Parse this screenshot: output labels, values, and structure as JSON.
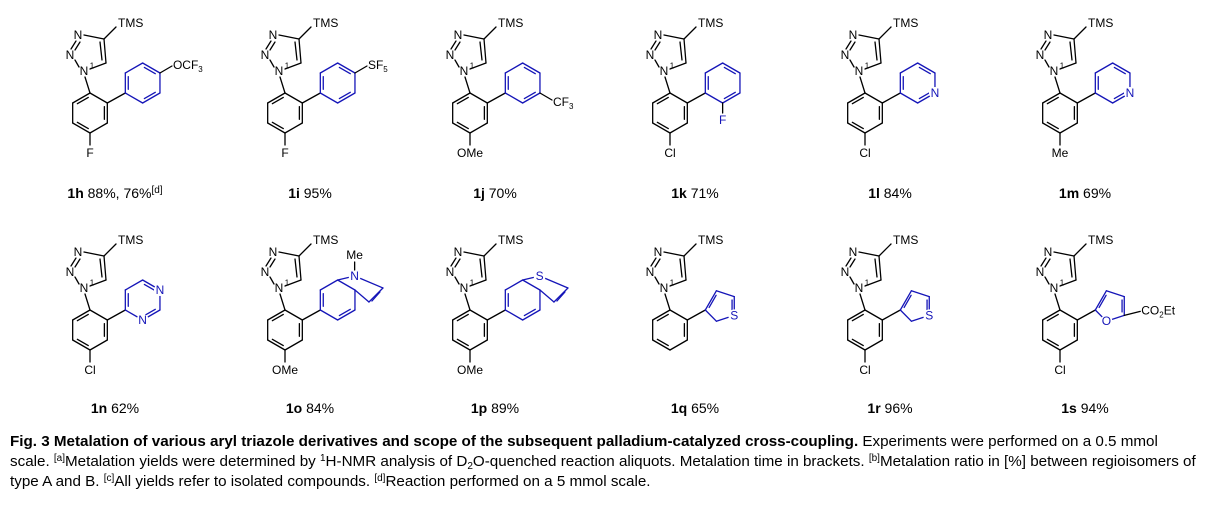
{
  "compounds": [
    {
      "id": "1h",
      "yield": "88%, 76%",
      "note": "[d]",
      "sub_label": "OCF3",
      "para": "F",
      "kind": "phenyl_para"
    },
    {
      "id": "1i",
      "yield": "95%",
      "note": "",
      "sub_label": "SF5",
      "para": "F",
      "kind": "phenyl_para"
    },
    {
      "id": "1j",
      "yield": "70%",
      "note": "",
      "sub_label": "CF3",
      "para": "OMe",
      "kind": "phenyl_meta"
    },
    {
      "id": "1k",
      "yield": "71%",
      "note": "",
      "sub_label": "F",
      "para": "Cl",
      "kind": "phenyl_ortho"
    },
    {
      "id": "1l",
      "yield": "84%",
      "note": "",
      "sub_label": "N",
      "para": "Cl",
      "kind": "pyridyl"
    },
    {
      "id": "1m",
      "yield": "69%",
      "note": "",
      "sub_label": "N",
      "para": "Me",
      "kind": "pyridyl"
    },
    {
      "id": "1n",
      "yield": "62%",
      "note": "",
      "sub_label": "N",
      "para": "Cl",
      "kind": "pyrimidyl"
    },
    {
      "id": "1o",
      "yield": "84%",
      "note": "",
      "sub_label": "Me",
      "para": "OMe",
      "kind": "indolyl"
    },
    {
      "id": "1p",
      "yield": "89%",
      "note": "",
      "sub_label": "S",
      "para": "OMe",
      "kind": "benzothienyl"
    },
    {
      "id": "1q",
      "yield": "65%",
      "note": "",
      "sub_label": "S",
      "para": "",
      "kind": "thienyl"
    },
    {
      "id": "1r",
      "yield": "96%",
      "note": "",
      "sub_label": "S",
      "para": "Cl",
      "kind": "thienyl"
    },
    {
      "id": "1s",
      "yield": "94%",
      "note": "",
      "sub_label": "CO2Et",
      "para": "Cl",
      "kind": "furyl"
    }
  ],
  "structure_text": {
    "tms": "TMS",
    "n": "N",
    "n1": "1",
    "o": "O"
  },
  "caption": {
    "title": "Fig. 3 Metalation of various aryl triazole derivatives and scope of the subsequent palladium-catalyzed cross-coupling.",
    "sentence1": " Experiments were performed on a 0.5 mmol scale. ",
    "note_a": "[a]",
    "text_a1": "Metalation yields were determined by ",
    "sup_1": "1",
    "text_a2": "H-NMR analysis of D",
    "sub_2": "2",
    "text_a3": "O-quenched reaction aliquots. Metalation time in brackets. ",
    "note_b": "[b]",
    "text_b": "Metalation ratio in [%] between regioisomers of type A and B. ",
    "note_c": "[c]",
    "text_c": "All yields refer to isolated compounds. ",
    "note_d": "[d]",
    "text_d": "Reaction performed on a 5 mmol scale."
  },
  "colors": {
    "ink": "#000000",
    "coupled_ring": "#1515b8"
  }
}
